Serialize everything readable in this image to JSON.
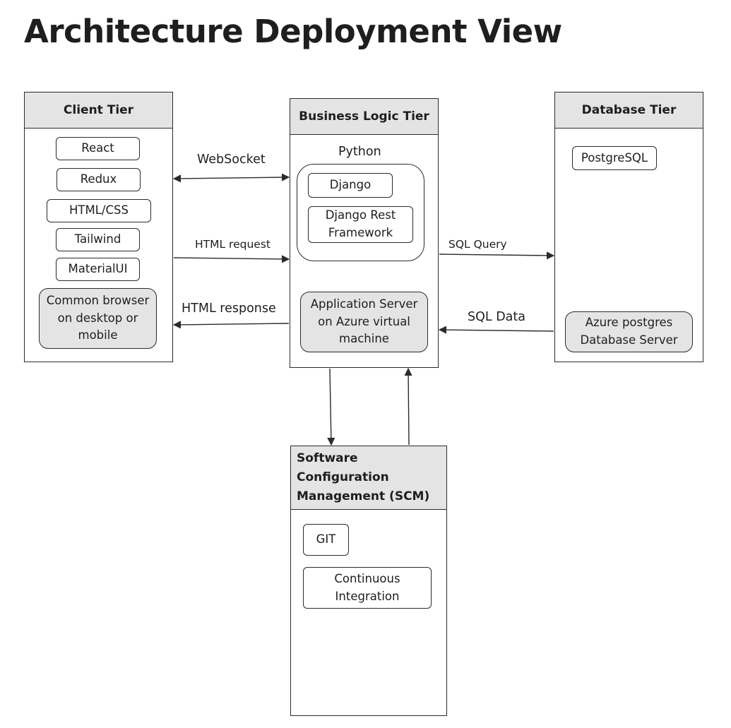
{
  "title": "Architecture Deployment View",
  "tiers": {
    "client": {
      "header": "Client Tier",
      "items": [
        "React",
        "Redux",
        "HTML/CSS",
        "Tailwind",
        "MaterialUI"
      ],
      "host": "Common browser on desktop or mobile"
    },
    "business": {
      "header": "Business Logic Tier",
      "group_label": "Python",
      "items": [
        "Django",
        "Django Rest Framework"
      ],
      "host": "Application Server on Azure virtual machine"
    },
    "database": {
      "header": "Database Tier",
      "items": [
        "PostgreSQL"
      ],
      "host": "Azure postgres Database Server"
    },
    "scm": {
      "header": "Software Configuration Management (SCM)",
      "items": [
        "GIT",
        "Continuous Integration"
      ]
    }
  },
  "connections": {
    "websocket": "WebSocket",
    "html_request": "HTML request",
    "html_response": "HTML response",
    "sql_query": "SQL Query",
    "sql_data": "SQL Data"
  }
}
